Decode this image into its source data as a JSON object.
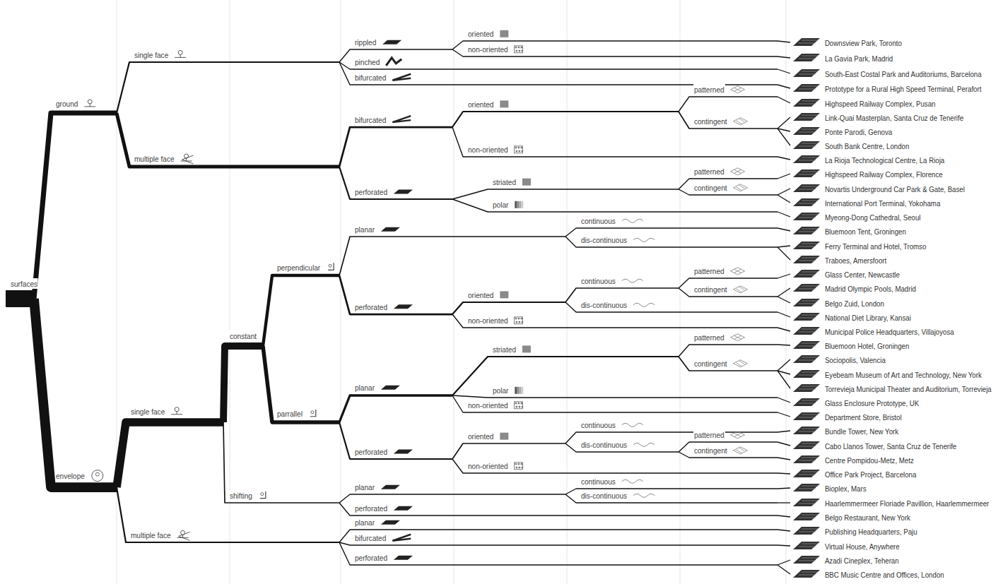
{
  "diagram": {
    "nodes": [
      {
        "text": [
          "surfaces"
        ]
      },
      {
        "text": [
          "ground"
        ]
      },
      {
        "text": [
          "single face"
        ]
      },
      {
        "text": [
          "rippled"
        ]
      },
      {
        "text": [
          "oriented"
        ]
      },
      {
        "text": [
          "Downsview Park, Toronto"
        ]
      },
      {
        "text": [
          "non-oriented"
        ]
      },
      {
        "text": [
          "La Gavia Park, Madrid"
        ]
      },
      {
        "text": [
          "pinched"
        ]
      },
      {
        "text": [
          "South-East Costal Park and Auditoriums, Barcelona"
        ]
      },
      {
        "text": [
          "bifurcated"
        ]
      },
      {
        "text": [
          "Prototype for a Rural High Speed Terminal, Perafort"
        ]
      },
      {
        "text": [
          "multiple face"
        ]
      },
      {
        "text": [
          "bifurcated"
        ]
      },
      {
        "text": [
          "oriented"
        ]
      },
      {
        "text": [
          "patterned"
        ]
      },
      {
        "text": [
          "Highspeed Railway Complex, Pusan"
        ]
      },
      {
        "text": [
          "contingent"
        ]
      },
      {
        "text": [
          "Link-Quai Masterplan, Santa Cruz de Tenerife"
        ]
      },
      {
        "text": [
          "Ponte Parodi, Genova"
        ]
      },
      {
        "text": [
          "South Bank Centre, London"
        ]
      },
      {
        "text": [
          "non-oriented"
        ]
      },
      {
        "text": [
          "La Rioja Technological Centre, La Rioja"
        ]
      },
      {
        "text": [
          "perforated"
        ]
      },
      {
        "text": [
          "striated"
        ]
      },
      {
        "text": [
          "patterned"
        ]
      },
      {
        "text": [
          "Highspeed Railway Complex, Florence"
        ]
      },
      {
        "text": [
          "contingent"
        ]
      },
      {
        "text": [
          "Novartis Underground Car Park & Gate, Basel"
        ]
      },
      {
        "text": [
          "International Port Terminal, Yokohama"
        ]
      },
      {
        "text": [
          "polar"
        ]
      },
      {
        "text": [
          "Myeong-Dong Cathedral, Seoul"
        ]
      },
      {
        "text": [
          "envelope"
        ]
      },
      {
        "text": [
          "single face"
        ]
      },
      {
        "text": [
          "constant"
        ]
      },
      {
        "text": [
          "perpendicular"
        ]
      },
      {
        "text": [
          "planar"
        ]
      },
      {
        "text": [
          "continuous"
        ]
      },
      {
        "text": [
          "Bluemoon Tent, Groningen"
        ]
      },
      {
        "text": [
          "dis-continuous"
        ]
      },
      {
        "text": [
          "Ferry Terminal and Hotel, Tromso"
        ]
      },
      {
        "text": [
          "Traboes, Amersfoort"
        ]
      },
      {
        "text": [
          "perforated"
        ]
      },
      {
        "text": [
          "oriented"
        ]
      },
      {
        "text": [
          "continuous"
        ]
      },
      {
        "text": [
          "patterned"
        ]
      },
      {
        "text": [
          "Glass Center, Newcastle"
        ]
      },
      {
        "text": [
          "contingent"
        ]
      },
      {
        "text": [
          "Madrid Olympic Pools, Madrid"
        ]
      },
      {
        "text": [
          "Belgo Zuid, London"
        ]
      },
      {
        "text": [
          "dis-continuous"
        ]
      },
      {
        "text": [
          "National Diet Library, Kansai"
        ]
      },
      {
        "text": [
          "non-oriented"
        ]
      },
      {
        "text": [
          "Municipal Police Headquarters, Villajoyosa"
        ]
      },
      {
        "text": [
          "parrallel"
        ]
      },
      {
        "text": [
          "planar"
        ]
      },
      {
        "text": [
          "striated"
        ]
      },
      {
        "text": [
          "patterned"
        ]
      },
      {
        "text": [
          "Bluemoon Hotel, Groningen"
        ]
      },
      {
        "text": [
          "contingent"
        ]
      },
      {
        "text": [
          "Sociopolis, Valencia"
        ]
      },
      {
        "text": [
          "Eyebeam Museum of Art and Technology, New York"
        ]
      },
      {
        "text": [
          "Torrevieja Municipal Theater and Auditorium, Torrevieja"
        ]
      },
      {
        "text": [
          "polar"
        ]
      },
      {
        "text": [
          "Glass Enclosure Prototype, UK"
        ]
      },
      {
        "text": [
          "non-oriented"
        ]
      },
      {
        "text": [
          "Department Store, Bristol"
        ]
      },
      {
        "text": [
          "perforated"
        ]
      },
      {
        "text": [
          "oriented"
        ]
      },
      {
        "text": [
          "continuous"
        ]
      },
      {
        "text": [
          "Bundle Tower, New York"
        ]
      },
      {
        "text": [
          "dis-continuous"
        ]
      },
      {
        "text": [
          "patterned"
        ]
      },
      {
        "text": [
          "Cabo Llanos Tower, Santa Cruz de Tenerife"
        ]
      },
      {
        "text": [
          "contingent"
        ]
      },
      {
        "text": [
          "Centre Pompidou-Metz, Metz"
        ]
      },
      {
        "text": [
          "non-oriented"
        ]
      },
      {
        "text": [
          "Office Park Project, Barcelona"
        ]
      },
      {
        "text": [
          "shifting"
        ]
      },
      {
        "text": [
          "planar"
        ]
      },
      {
        "text": [
          "continuous"
        ]
      },
      {
        "text": [
          "Bioplex, Mars"
        ]
      },
      {
        "text": [
          "dis-continuous"
        ]
      },
      {
        "text": [
          "Haarlemmermeer Floriade Pavillion, Haarlemmermeer"
        ]
      },
      {
        "text": [
          "perforated"
        ]
      },
      {
        "text": [
          "Belgo Restaurant, New York"
        ]
      },
      {
        "text": [
          "multiple face"
        ]
      },
      {
        "text": [
          "planar"
        ]
      },
      {
        "text": [
          "Publishing Headquarters, Paju"
        ]
      },
      {
        "text": [
          "bifurcated"
        ]
      },
      {
        "text": [
          "Virtual House, Anywhere"
        ]
      },
      {
        "text": [
          "perforated"
        ]
      },
      {
        "text": [
          "Azadi Cineplex, Teheran"
        ]
      },
      {
        "text": [
          "BBC Music Centre and Offices, London"
        ]
      }
    ],
    "edges": [
      {
        "from": 0,
        "to": 1,
        "arrow": "none"
      },
      {
        "from": 1,
        "to": 2,
        "arrow": "none"
      },
      {
        "from": 2,
        "to": 3,
        "arrow": "none"
      },
      {
        "from": 3,
        "to": 4,
        "arrow": "none"
      },
      {
        "from": 4,
        "to": 5,
        "arrow": "none"
      },
      {
        "from": 3,
        "to": 6,
        "arrow": "none"
      },
      {
        "from": 6,
        "to": 7,
        "arrow": "none"
      },
      {
        "from": 2,
        "to": 8,
        "arrow": "none"
      },
      {
        "from": 8,
        "to": 9,
        "arrow": "none"
      },
      {
        "from": 2,
        "to": 10,
        "arrow": "none"
      },
      {
        "from": 10,
        "to": 11,
        "arrow": "none"
      },
      {
        "from": 1,
        "to": 12,
        "arrow": "none"
      },
      {
        "from": 12,
        "to": 13,
        "arrow": "none"
      },
      {
        "from": 13,
        "to": 14,
        "arrow": "none"
      },
      {
        "from": 14,
        "to": 15,
        "arrow": "none"
      },
      {
        "from": 15,
        "to": 16,
        "arrow": "none"
      },
      {
        "from": 14,
        "to": 17,
        "arrow": "none"
      },
      {
        "from": 17,
        "to": 18,
        "arrow": "none"
      },
      {
        "from": 17,
        "to": 19,
        "arrow": "none"
      },
      {
        "from": 17,
        "to": 20,
        "arrow": "none"
      },
      {
        "from": 13,
        "to": 21,
        "arrow": "none"
      },
      {
        "from": 21,
        "to": 22,
        "arrow": "none"
      },
      {
        "from": 12,
        "to": 23,
        "arrow": "none"
      },
      {
        "from": 23,
        "to": 24,
        "arrow": "none"
      },
      {
        "from": 24,
        "to": 25,
        "arrow": "none"
      },
      {
        "from": 25,
        "to": 26,
        "arrow": "none"
      },
      {
        "from": 24,
        "to": 27,
        "arrow": "none"
      },
      {
        "from": 27,
        "to": 28,
        "arrow": "none"
      },
      {
        "from": 27,
        "to": 29,
        "arrow": "none"
      },
      {
        "from": 23,
        "to": 30,
        "arrow": "none"
      },
      {
        "from": 30,
        "to": 31,
        "arrow": "none"
      },
      {
        "from": 0,
        "to": 32,
        "arrow": "none"
      },
      {
        "from": 32,
        "to": 33,
        "arrow": "none"
      },
      {
        "from": 33,
        "to": 34,
        "arrow": "none"
      },
      {
        "from": 34,
        "to": 35,
        "arrow": "none"
      },
      {
        "from": 35,
        "to": 36,
        "arrow": "none"
      },
      {
        "from": 36,
        "to": 37,
        "arrow": "none"
      },
      {
        "from": 37,
        "to": 38,
        "arrow": "none"
      },
      {
        "from": 36,
        "to": 39,
        "arrow": "none"
      },
      {
        "from": 39,
        "to": 40,
        "arrow": "none"
      },
      {
        "from": 39,
        "to": 41,
        "arrow": "none"
      },
      {
        "from": 35,
        "to": 42,
        "arrow": "none"
      },
      {
        "from": 42,
        "to": 43,
        "arrow": "none"
      },
      {
        "from": 43,
        "to": 44,
        "arrow": "none"
      },
      {
        "from": 44,
        "to": 45,
        "arrow": "none"
      },
      {
        "from": 45,
        "to": 46,
        "arrow": "none"
      },
      {
        "from": 44,
        "to": 47,
        "arrow": "none"
      },
      {
        "from": 47,
        "to": 48,
        "arrow": "none"
      },
      {
        "from": 47,
        "to": 49,
        "arrow": "none"
      },
      {
        "from": 43,
        "to": 50,
        "arrow": "none"
      },
      {
        "from": 50,
        "to": 51,
        "arrow": "none"
      },
      {
        "from": 42,
        "to": 52,
        "arrow": "none"
      },
      {
        "from": 52,
        "to": 53,
        "arrow": "none"
      },
      {
        "from": 34,
        "to": 54,
        "arrow": "none"
      },
      {
        "from": 54,
        "to": 55,
        "arrow": "none"
      },
      {
        "from": 55,
        "to": 56,
        "arrow": "none"
      },
      {
        "from": 56,
        "to": 57,
        "arrow": "none"
      },
      {
        "from": 57,
        "to": 58,
        "arrow": "none"
      },
      {
        "from": 56,
        "to": 59,
        "arrow": "none"
      },
      {
        "from": 59,
        "to": 60,
        "arrow": "none"
      },
      {
        "from": 59,
        "to": 61,
        "arrow": "none"
      },
      {
        "from": 59,
        "to": 62,
        "arrow": "none"
      },
      {
        "from": 55,
        "to": 63,
        "arrow": "none"
      },
      {
        "from": 63,
        "to": 64,
        "arrow": "none"
      },
      {
        "from": 55,
        "to": 65,
        "arrow": "none"
      },
      {
        "from": 65,
        "to": 66,
        "arrow": "none"
      },
      {
        "from": 54,
        "to": 67,
        "arrow": "none"
      },
      {
        "from": 67,
        "to": 68,
        "arrow": "none"
      },
      {
        "from": 68,
        "to": 69,
        "arrow": "none"
      },
      {
        "from": 69,
        "to": 70,
        "arrow": "none"
      },
      {
        "from": 68,
        "to": 71,
        "arrow": "none"
      },
      {
        "from": 71,
        "to": 72,
        "arrow": "none"
      },
      {
        "from": 72,
        "to": 73,
        "arrow": "none"
      },
      {
        "from": 71,
        "to": 74,
        "arrow": "none"
      },
      {
        "from": 74,
        "to": 75,
        "arrow": "none"
      },
      {
        "from": 67,
        "to": 76,
        "arrow": "none"
      },
      {
        "from": 76,
        "to": 77,
        "arrow": "none"
      },
      {
        "from": 33,
        "to": 78,
        "arrow": "none"
      },
      {
        "from": 78,
        "to": 79,
        "arrow": "none"
      },
      {
        "from": 79,
        "to": 80,
        "arrow": "none"
      },
      {
        "from": 80,
        "to": 81,
        "arrow": "none"
      },
      {
        "from": 79,
        "to": 82,
        "arrow": "none"
      },
      {
        "from": 82,
        "to": 83,
        "arrow": "none"
      },
      {
        "from": 78,
        "to": 84,
        "arrow": "none"
      },
      {
        "from": 84,
        "to": 85,
        "arrow": "none"
      },
      {
        "from": 32,
        "to": 86,
        "arrow": "none"
      },
      {
        "from": 86,
        "to": 87,
        "arrow": "none"
      },
      {
        "from": 87,
        "to": 88,
        "arrow": "none"
      },
      {
        "from": 86,
        "to": 89,
        "arrow": "none"
      },
      {
        "from": 89,
        "to": 90,
        "arrow": "none"
      },
      {
        "from": 86,
        "to": 91,
        "arrow": "none"
      },
      {
        "from": 91,
        "to": 92,
        "arrow": "none"
      },
      {
        "from": 91,
        "to": 93,
        "arrow": "none"
      }
    ]
  }
}
